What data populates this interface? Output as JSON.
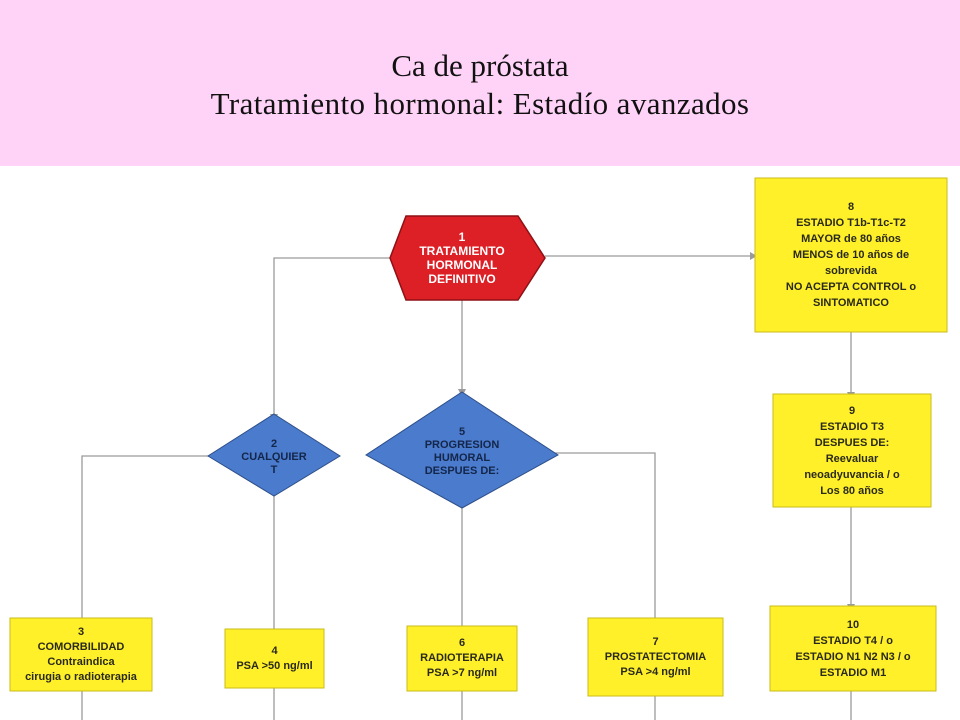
{
  "slide": {
    "title_line1": "Ca de próstata",
    "title_line2": "Tratamiento hormonal: Estadío avanzados"
  },
  "colors": {
    "header_bg": "#ffd3f8",
    "red_node": "#dd1f26",
    "blue_node": "#4a7bcc",
    "yellow_node": "#fff02a",
    "connector": "#9a9a9a"
  },
  "nodes": [
    {
      "id": "1",
      "shape": "hexagon",
      "color": "red",
      "lines": [
        "TRATAMIENTO",
        "HORMONAL",
        "DEFINITIVO"
      ]
    },
    {
      "id": "2",
      "shape": "diamond",
      "color": "blue",
      "lines": [
        "CUALQUIER",
        "T"
      ]
    },
    {
      "id": "3",
      "shape": "rectangle",
      "color": "yellow",
      "lines": [
        "COMORBILIDAD",
        "Contraindica",
        "cirugia o radioterapia"
      ]
    },
    {
      "id": "4",
      "shape": "rectangle",
      "color": "yellow",
      "lines": [
        "PSA >50 ng/ml"
      ]
    },
    {
      "id": "5",
      "shape": "diamond",
      "color": "blue",
      "lines": [
        "PROGRESION",
        "HUMORAL",
        "DESPUES DE:"
      ]
    },
    {
      "id": "6",
      "shape": "rectangle",
      "color": "yellow",
      "lines": [
        "RADIOTERAPIA",
        "PSA >7 ng/ml"
      ]
    },
    {
      "id": "7",
      "shape": "rectangle",
      "color": "yellow",
      "lines": [
        "PROSTATECTOMIA",
        "PSA >4 ng/ml"
      ]
    },
    {
      "id": "8",
      "shape": "rectangle",
      "color": "yellow",
      "lines": [
        "ESTADIO T1b-T1c-T2",
        "MAYOR de 80 años",
        "MENOS de 10 años de",
        "sobrevida",
        "NO ACEPTA CONTROL o",
        "SINTOMATICO"
      ]
    },
    {
      "id": "9",
      "shape": "rectangle",
      "color": "yellow",
      "lines": [
        "ESTADIO T3",
        "DESPUES DE:",
        "Reevaluar",
        "neoadyuvancia / o",
        "Los 80 años"
      ]
    },
    {
      "id": "10",
      "shape": "rectangle",
      "color": "yellow",
      "lines": [
        "ESTADIO T4 / o",
        "ESTADIO N1 N2 N3 / o",
        "ESTADIO M1"
      ]
    }
  ],
  "edges": [
    [
      "1",
      "2"
    ],
    [
      "1",
      "5"
    ],
    [
      "1",
      "8"
    ],
    [
      "2",
      "3"
    ],
    [
      "2",
      "4"
    ],
    [
      "5",
      "6"
    ],
    [
      "5",
      "7"
    ],
    [
      "8",
      "9"
    ],
    [
      "9",
      "10"
    ]
  ]
}
